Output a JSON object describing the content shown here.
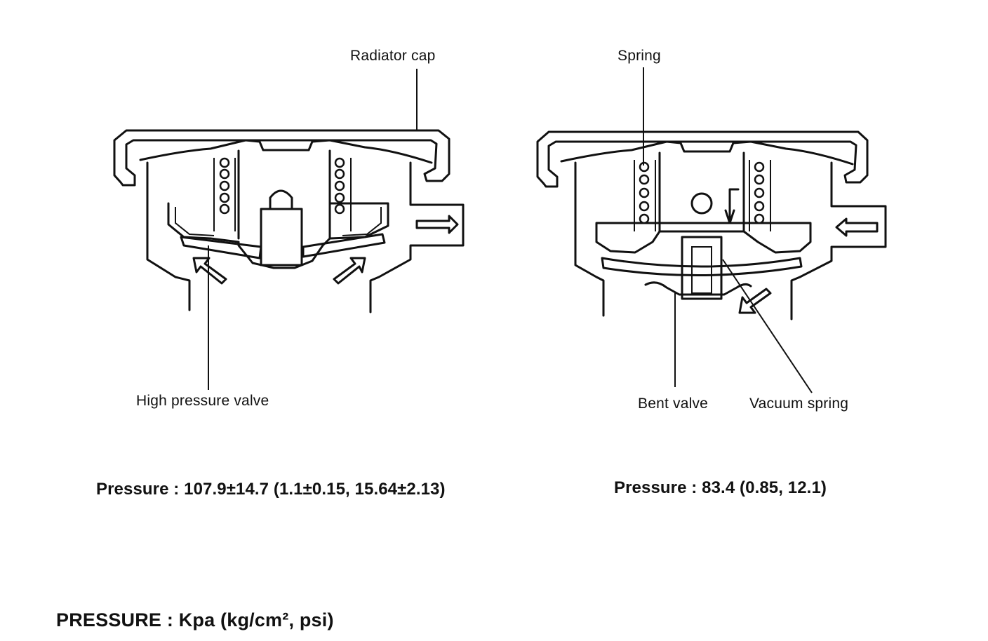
{
  "labels": {
    "radiator_cap": "Radiator cap",
    "spring": "Spring",
    "high_pressure_valve": "High pressure valve",
    "bent_valve": "Bent valve",
    "vacuum_spring": "Vacuum spring"
  },
  "pressure_left": "Pressure : 107.9±14.7 (1.1±0.15, 15.64±2.13)",
  "pressure_right": "Pressure : 83.4 (0.85, 12.1)",
  "units_note": "PRESSURE : Kpa (kg/cm², psi)"
}
